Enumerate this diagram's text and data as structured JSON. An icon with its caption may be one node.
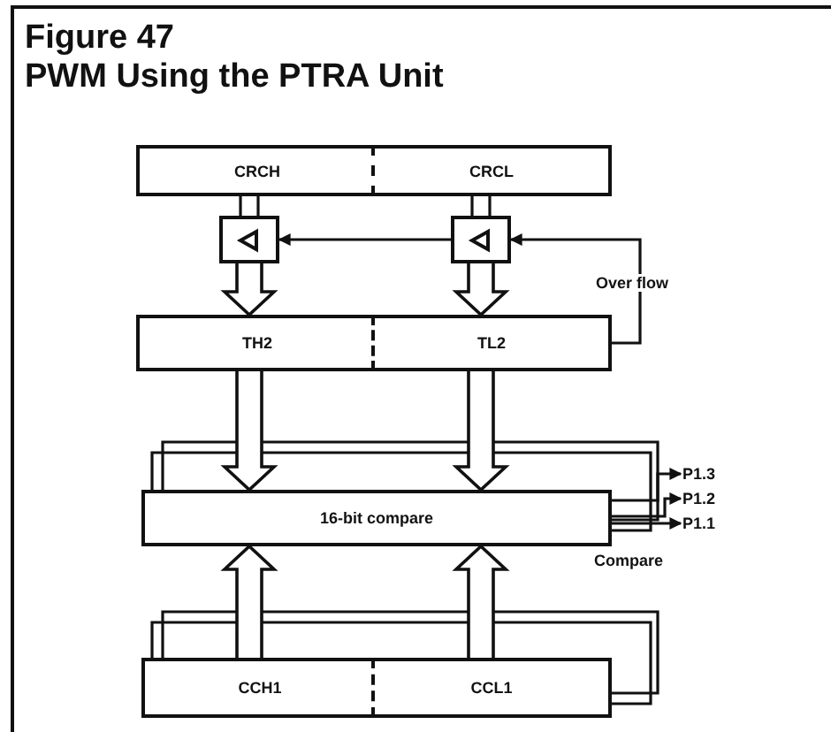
{
  "diagram": {
    "title": "PWM Using the PTRA Unit",
    "nodes": [
      {
        "text": [
          "CRCH"
        ]
      },
      {
        "text": [
          "CRCL"
        ]
      },
      {
        "text": [],
        "shape": "box"
      },
      {
        "text": [],
        "shape": "box"
      },
      {
        "text": [
          "TH2"
        ]
      },
      {
        "text": [
          "TL2"
        ]
      },
      {
        "text": [
          "16-bit compare"
        ]
      },
      {
        "text": [
          "CCH1"
        ]
      },
      {
        "text": [
          "CCL1"
        ]
      },
      {
        "text": [
          "P1.3"
        ]
      },
      {
        "text": [
          "P1.2"
        ]
      },
      {
        "text": [
          "P1.1"
        ]
      }
    ],
    "edges": [
      {
        "from": 0,
        "to": 2,
        "arrow": "none"
      },
      {
        "from": 1,
        "to": 3,
        "arrow": "none"
      },
      {
        "from": 3,
        "to": 2,
        "arrow": "to"
      },
      {
        "from": 5,
        "to": 3,
        "arrow": "to",
        "label": "Over flow"
      },
      {
        "from": 2,
        "to": 4,
        "arrow": "to",
        "style": "thick"
      },
      {
        "from": 3,
        "to": 5,
        "arrow": "to",
        "style": "thick"
      },
      {
        "from": 4,
        "to": 6,
        "arrow": "to",
        "style": "thick"
      },
      {
        "from": 5,
        "to": 6,
        "arrow": "to",
        "style": "thick"
      },
      {
        "from": 7,
        "to": 6,
        "arrow": "to",
        "style": "thick"
      },
      {
        "from": 8,
        "to": 6,
        "arrow": "to",
        "style": "thick"
      },
      {
        "from": 6,
        "to": 9,
        "arrow": "to"
      },
      {
        "from": 6,
        "to": 10,
        "arrow": "to"
      },
      {
        "from": 6,
        "to": 11,
        "arrow": "to"
      }
    ],
    "labels": [
      "Figure 47",
      "Compare"
    ]
  }
}
